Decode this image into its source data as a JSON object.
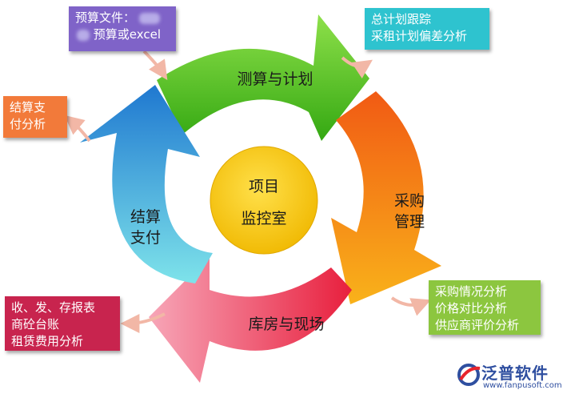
{
  "center": {
    "line1": "项目",
    "line2": "监控室",
    "color": "#f2c300"
  },
  "arrows": {
    "top": {
      "label": "测算与计划",
      "color": "#52c51f"
    },
    "right": {
      "line1": "采购",
      "line2": "管理",
      "color": "#f07a10"
    },
    "bottom": {
      "label": "库房与现场",
      "color": "#e8244a"
    },
    "left": {
      "line1": "结算",
      "line2": "支付",
      "color": "#2ea6dc"
    }
  },
  "boxes": {
    "top_left": {
      "lines": [
        "预算文件：",
        "预算或excel"
      ],
      "color": "#7f63c8"
    },
    "top_right": {
      "lines": [
        "总计划跟踪",
        "采租计划偏差分析"
      ],
      "color": "#2ec3cf"
    },
    "left": {
      "lines": [
        "结算支",
        "付分析"
      ],
      "color": "#f27a3a"
    },
    "right": {
      "lines": [
        "采购情况分析",
        "价格对比分析",
        "供应商评价分析"
      ],
      "color": "#8cc63f"
    },
    "bottom_left": {
      "lines": [
        "收、发、存报表",
        "商砼台账",
        "租赁费用分析"
      ],
      "color": "#c8244e"
    }
  },
  "logo": {
    "name": "泛普软件",
    "url": "www.fanpusoft.com",
    "color": "#2f4fa0"
  }
}
